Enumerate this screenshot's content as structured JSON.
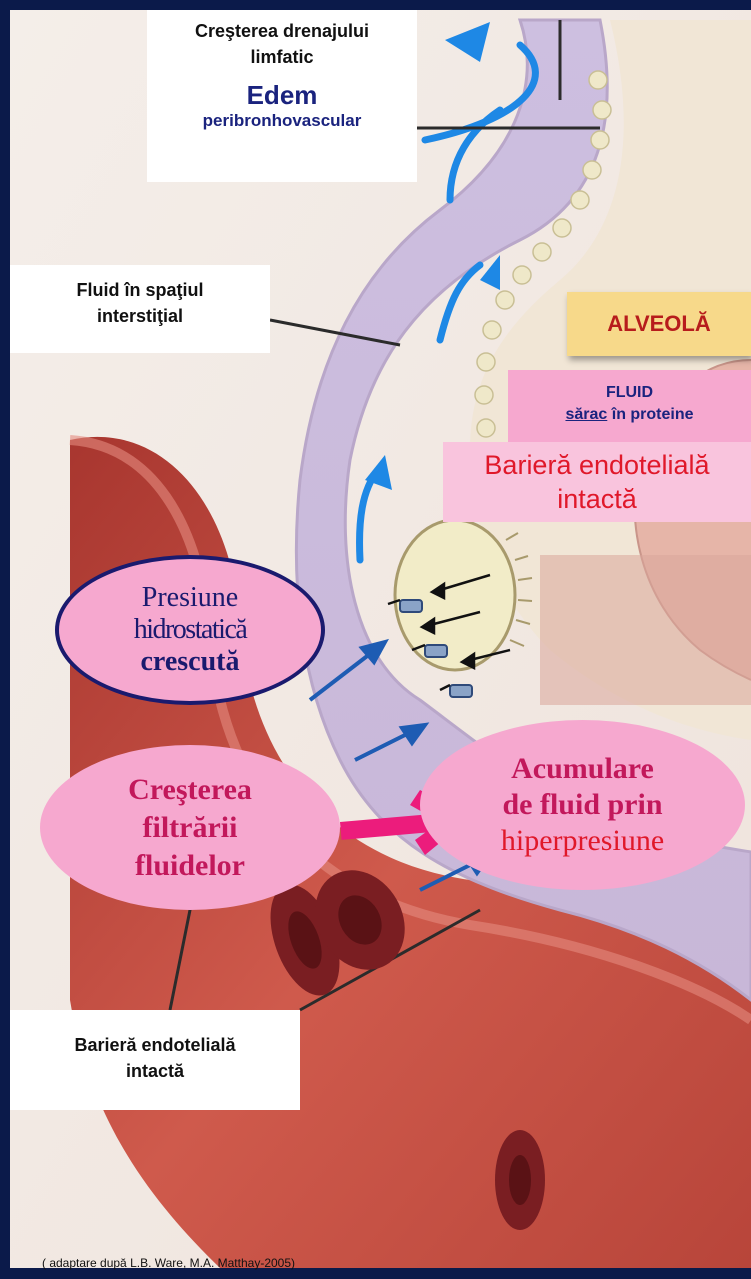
{
  "top_label": {
    "line1": "Creşterea drenajului",
    "line2": "limfatic",
    "line3": "Edem",
    "line4": "peribronhovascular"
  },
  "fluid_label": {
    "line1": "Fluid în spaţiul",
    "line2": "interstiţial"
  },
  "alveola_label": "ALVEOLĂ",
  "fluid_sarac": {
    "line1": "FLUID",
    "sarac": "sărac",
    "rest": " în proteine"
  },
  "barrier_top": {
    "line1": "Barieră endotelială",
    "line2": "intactă"
  },
  "presiune_oval": {
    "line1": "Presiune",
    "line2": "hidrostatică",
    "line3": "crescută"
  },
  "crestere_oval": {
    "line1": "Creşterea",
    "line2": "filtrării",
    "line3": "fluidelor"
  },
  "acumulare_oval": {
    "line1": "Acumulare",
    "line2": "de fluid prin",
    "line3": "hiperpresiune"
  },
  "barrier_bottom": {
    "line1": "Barieră endotelială",
    "line2": "intactă"
  },
  "citation": "( adaptare după L.B. Ware, M.A. Matthay-2005)",
  "colors": {
    "background": "#0b1a4a",
    "pink_box": "#f6a8cf",
    "red_text": "#e0182a",
    "navy": "#1a237e",
    "arrow_blue": "#1e88e5",
    "magenta_arrow": "#ec1c7c"
  }
}
